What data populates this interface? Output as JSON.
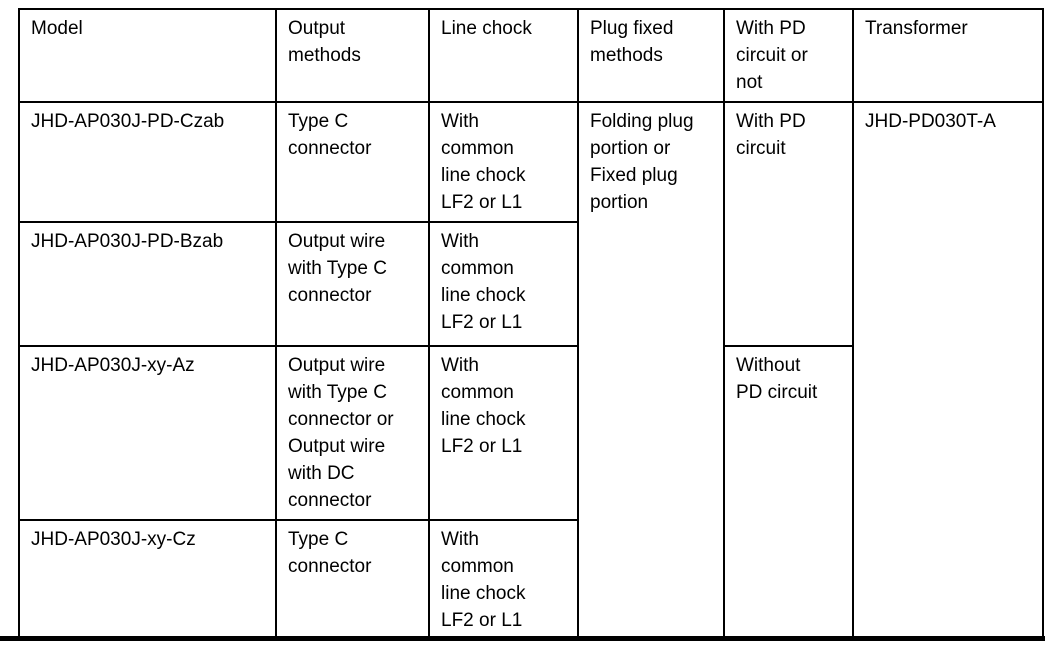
{
  "page": {
    "background": "#ffffff",
    "text_color": "#000000",
    "border_color": "#000000"
  },
  "table": {
    "headers": {
      "model": "Model",
      "output_methods": "Output\nmethods",
      "line_chock": "Line chock",
      "plug_fixed_methods": "Plug fixed\nmethods",
      "pd_circuit": "With PD\ncircuit or\nnot",
      "transformer": "Transformer"
    },
    "rows": [
      {
        "model": "JHD-AP030J-PD-Czab",
        "output_methods": "Type C\nconnector",
        "line_chock": "With\ncommon\nline chock\nLF2 or L1"
      },
      {
        "model": "JHD-AP030J-PD-Bzab",
        "output_methods": "Output wire\nwith Type C\nconnector",
        "line_chock": "With\ncommon\nline chock\nLF2 or L1"
      },
      {
        "model": "JHD-AP030J-xy-Az",
        "output_methods": "Output wire\nwith Type C\nconnector or\nOutput wire\nwith DC\nconnector",
        "line_chock": "With\ncommon\nline chock\nLF2 or L1"
      },
      {
        "model": "JHD-AP030J-xy-Cz",
        "output_methods": "Type C\nconnector",
        "line_chock": "With\ncommon\nline chock\nLF2 or L1"
      }
    ],
    "merged": {
      "plug_fixed_methods": "Folding plug\nportion or\nFixed plug\nportion",
      "pd_with": "With PD\ncircuit",
      "pd_without": "Without\nPD circuit",
      "transformer": "JHD-PD030T-A"
    }
  }
}
